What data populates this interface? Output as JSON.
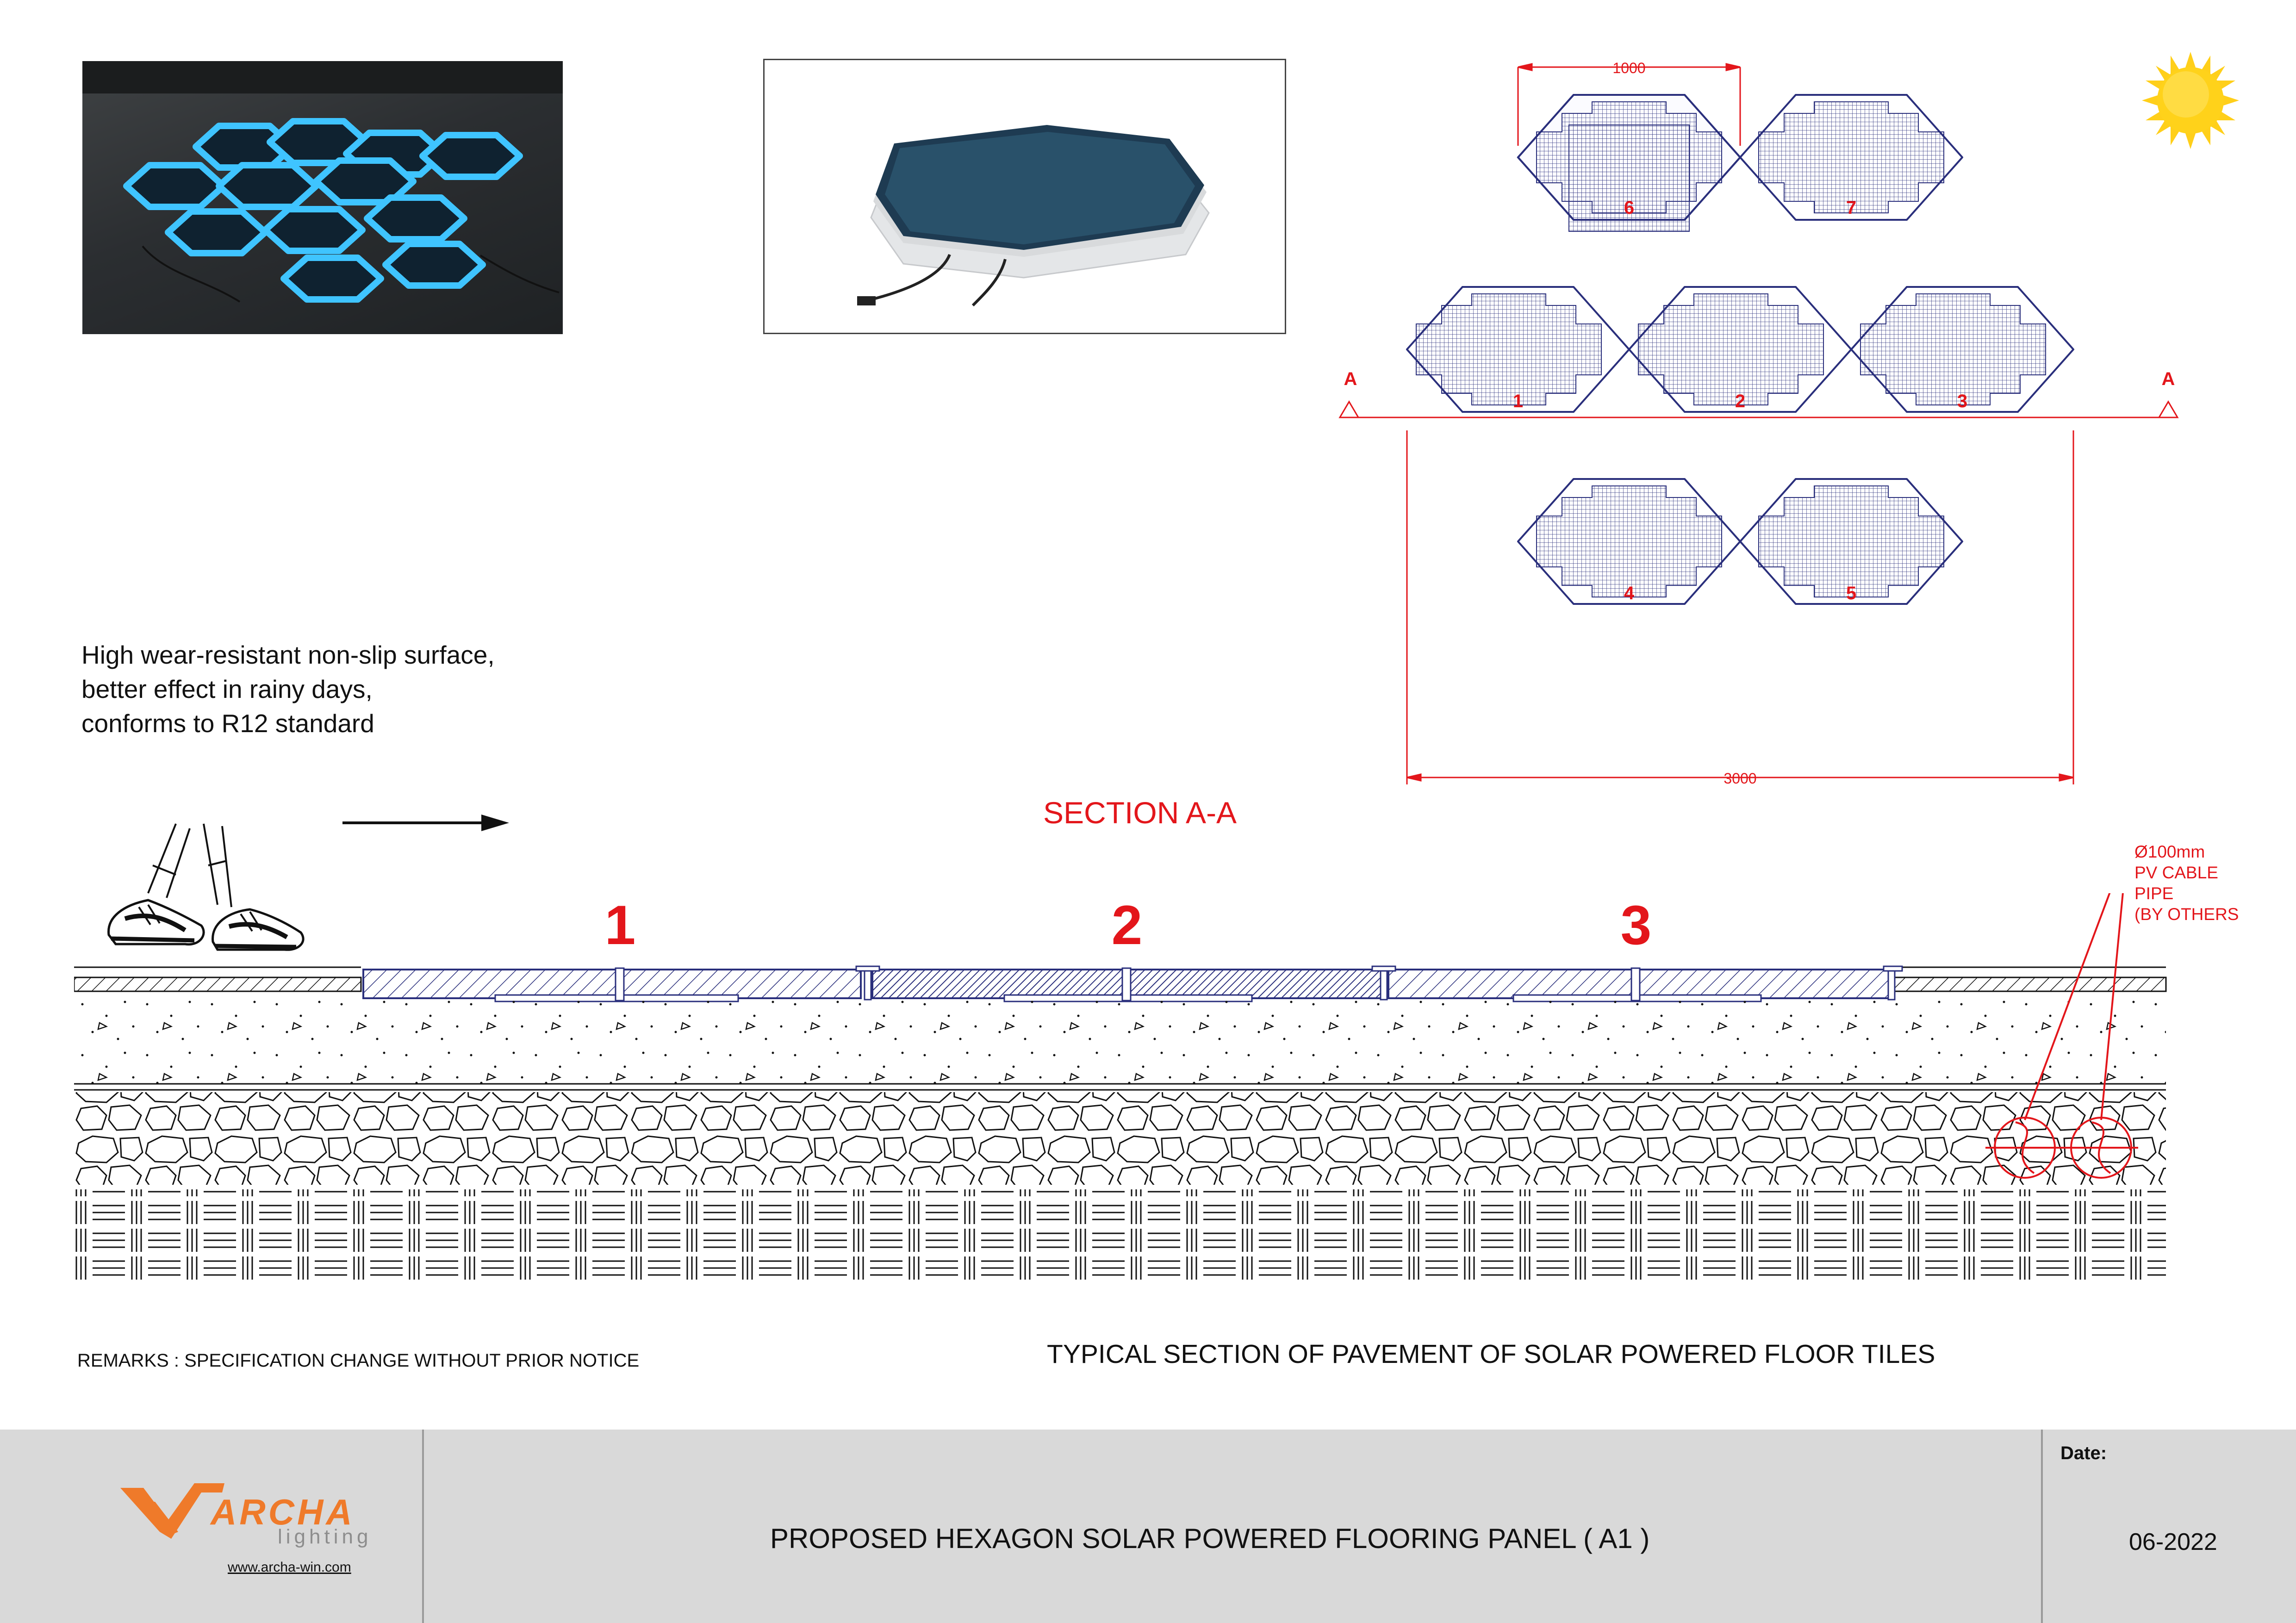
{
  "feature_text": {
    "line1": "High wear-resistant non-slip surface,",
    "line2": "better effect in rainy days,",
    "line3": "conforms to R12 standard"
  },
  "plan": {
    "dim_top": "1000",
    "dim_bottom": "3000",
    "section_marker_left": "A",
    "section_marker_right": "A",
    "hex_labels": [
      "6",
      "7",
      "1",
      "2",
      "3",
      "4",
      "5"
    ]
  },
  "section": {
    "title": "SECTION A-A",
    "tile_labels": [
      "1",
      "2",
      "3"
    ],
    "pipe_note": [
      "Ø100mm",
      "PV CABLE",
      "PIPE",
      "(BY OTHERS"
    ],
    "caption": "TYPICAL SECTION OF PAVEMENT OF SOLAR POWERED FLOOR TILES"
  },
  "remarks": "REMARKS : SPECIFICATION CHANGE WITHOUT PRIOR NOTICE",
  "footer": {
    "logo_name": "ARCHA",
    "logo_sub": "lighting",
    "url": "www.archa-win.com",
    "title": "PROPOSED HEXAGON SOLAR POWERED FLOORING PANEL ( A1 )",
    "date_label": "Date:",
    "date": "06-2022"
  },
  "colors": {
    "red": "#e3161b",
    "navy": "#2a2f7c",
    "glow": "#3fc4ff",
    "sun": "#ffd21a",
    "logo_orange": "#ef7a2a",
    "footer_bg": "#d9d9d9"
  },
  "icons": [
    "sun-icon",
    "walking-feet-icon",
    "direction-arrow-icon",
    "cable-pipe-icon"
  ]
}
